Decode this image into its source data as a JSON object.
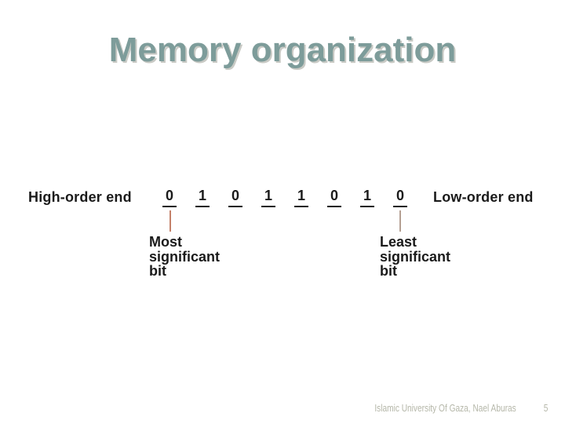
{
  "slide": {
    "title": "Memory organization"
  },
  "colors": {
    "title": "#7d9c9a",
    "title_shadow": "#c9cac5",
    "figure_text": "#1a1a1a",
    "msb_pointer": "#c4816a",
    "lsb_pointer": "#b5a093",
    "footer_text": "#b5b7a9"
  },
  "diagram": {
    "high_order_label": "High-order end",
    "low_order_label": "Low-order end",
    "bits": [
      "0",
      "1",
      "0",
      "1",
      "1",
      "0",
      "1",
      "0"
    ],
    "msb_label": {
      "line1": "Most",
      "line2": "significant",
      "line3": "bit"
    },
    "lsb_label": {
      "line1": "Least",
      "line2": "significant",
      "line3": "bit"
    }
  },
  "footer": {
    "credit": "Islamic University Of Gaza, Nael Aburas",
    "page_number": "5"
  }
}
